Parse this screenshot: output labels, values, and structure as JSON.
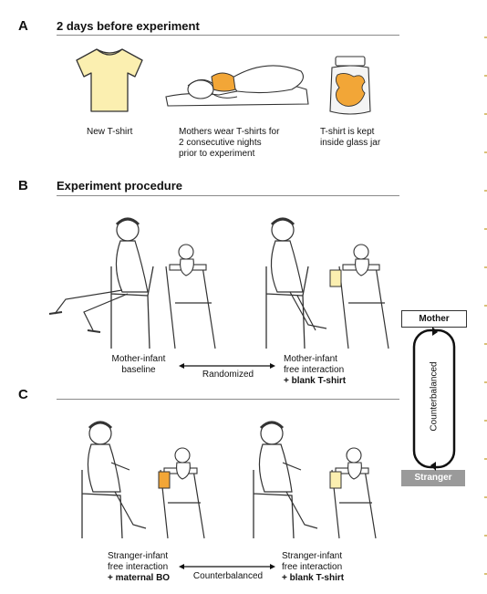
{
  "panels": {
    "a": {
      "letter": "A",
      "title": "2 days before experiment",
      "captions": {
        "tshirt": "New T-shirt",
        "mother_line1": "Mothers wear T-shirts for",
        "mother_line2": "2 consecutive nights",
        "mother_line3": "prior to experiment",
        "jar_line1": "T-shirt is kept",
        "jar_line2": "inside glass jar"
      }
    },
    "b": {
      "letter": "B",
      "title": "Experiment procedure",
      "left_line1": "Mother-infant",
      "left_line2": "baseline",
      "middle": "Randomized",
      "right_line1": "Mother-infant",
      "right_line2": "free interaction",
      "right_line3": "+ blank T-shirt"
    },
    "c": {
      "letter": "C",
      "left_line1": "Stranger-infant",
      "left_line2": "free interaction",
      "left_line3": "+ maternal BO",
      "middle": "Counterbalanced",
      "right_line1": "Stranger-infant",
      "right_line2": "free interaction",
      "right_line3": "+ blank T-shirt"
    }
  },
  "side": {
    "top_box": "Mother",
    "bottom_box": "Stranger",
    "label": "Counterbalanced"
  },
  "colors": {
    "tshirt": "#FBEFB0",
    "orange": "#F2A637",
    "rule": "#8a8a8a",
    "box_gray": "#9a9a9a"
  }
}
